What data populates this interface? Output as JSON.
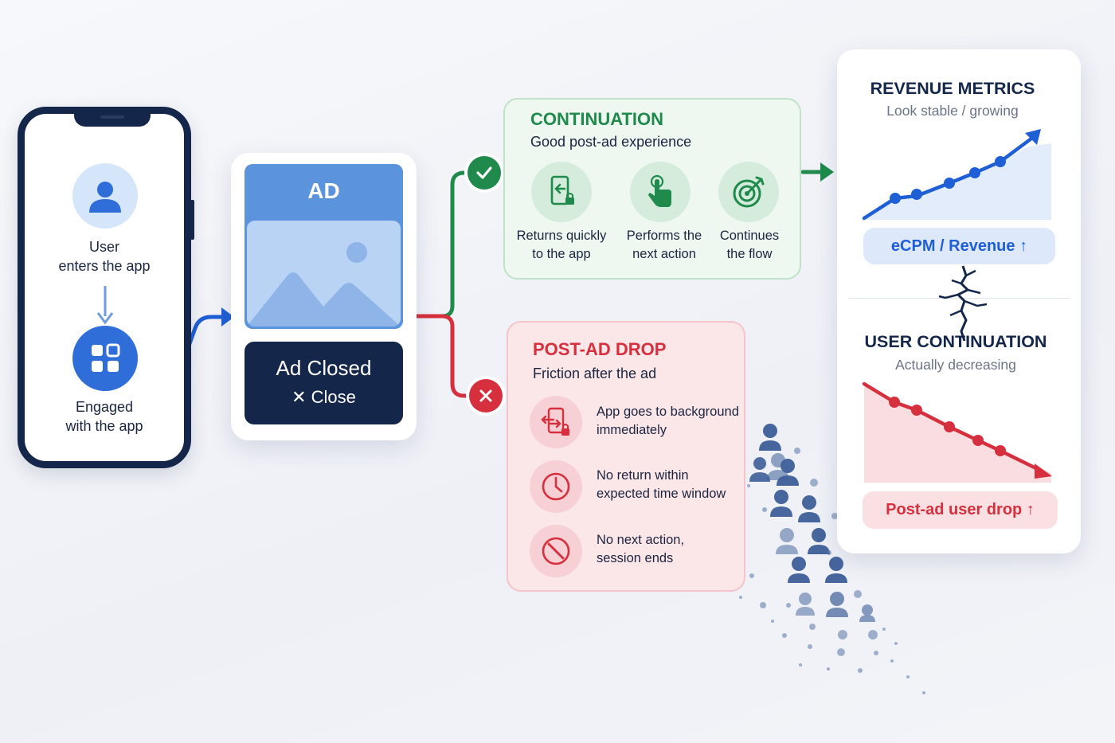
{
  "phone": {
    "user_label_line1": "User",
    "user_label_line2": "enters the app",
    "engaged_label_line1": "Engaged",
    "engaged_label_line2": "with the app"
  },
  "ad": {
    "label": "AD",
    "closed_label": "Ad Closed",
    "close_button": "✕ Close"
  },
  "continuation": {
    "title": "CONTINUATION",
    "subtitle": "Good post-ad experience",
    "items": [
      {
        "line1": "Returns quickly",
        "line2": "to the app",
        "icon": "phone-return-icon"
      },
      {
        "line1": "Performs the",
        "line2": "next action",
        "icon": "tap-hand-icon"
      },
      {
        "line1": "Continues",
        "line2": "the flow",
        "icon": "target-icon"
      }
    ]
  },
  "drop": {
    "title": "POST-AD DROP",
    "subtitle": "Friction after the ad",
    "items": [
      {
        "line1": "App goes to background",
        "line2": "immediately",
        "icon": "phone-exit-icon"
      },
      {
        "line1": "No return within",
        "line2": "expected time window",
        "icon": "clock-icon"
      },
      {
        "line1": "No next action,",
        "line2": "session ends",
        "icon": "no-action-icon"
      }
    ]
  },
  "metrics": {
    "revenue_title": "REVENUE METRICS",
    "revenue_sub": "Look stable / growing",
    "revenue_pill": "eCPM / Revenue ↑",
    "continuation_title": "USER CONTINUATION",
    "continuation_sub": "Actually decreasing",
    "continuation_pill": "Post-ad user drop ↑"
  },
  "colors": {
    "navy": "#14264a",
    "blue": "#1f5fd6",
    "green": "#1f8a4c",
    "red": "#d62f3d"
  }
}
